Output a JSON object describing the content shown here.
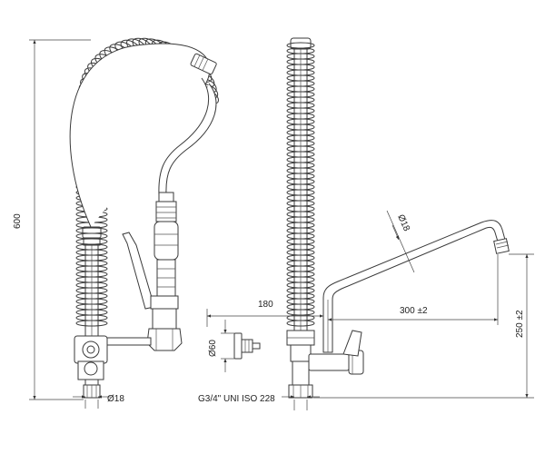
{
  "dimensions": {
    "height_total": "600",
    "hose_diameter": "Ø18",
    "connection": "G3/4\" UNI ISO 228",
    "spout_diameter": "Ø18",
    "spout_offset": "180",
    "spout_reach": "300 ±2",
    "spout_height": "250 ±2",
    "flange_diameter": "Ø60"
  }
}
